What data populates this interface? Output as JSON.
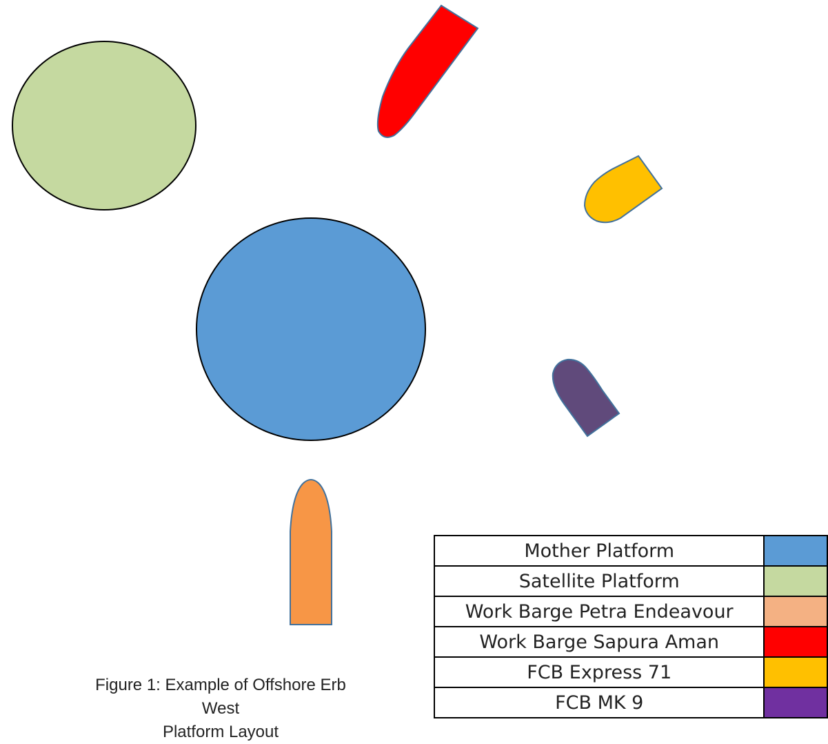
{
  "colors": {
    "mother_platform": "#5b9bd5",
    "satellite_platform": "#c5d9a0",
    "work_barge_petra_endeavour": "#f79646",
    "work_barge_sapura_aman": "#ff0000",
    "fcb_express_71": "#ffc000",
    "fcb_mk_9": "#604a7b"
  },
  "legend": [
    {
      "label": "Mother Platform",
      "color": "#5b9bd5"
    },
    {
      "label": "Satellite Platform",
      "color": "#c5d9a0"
    },
    {
      "label": "Work Barge Petra Endeavour",
      "color": "#f4b183"
    },
    {
      "label": "Work Barge Sapura Aman",
      "color": "#ff0000"
    },
    {
      "label": "FCB Express 71",
      "color": "#ffc000"
    },
    {
      "label": "FCB MK 9",
      "color": "#7030a0"
    }
  ],
  "caption": {
    "line1": "Figure 1: Example of Offshore Erb West",
    "line2": "Platform Layout"
  }
}
